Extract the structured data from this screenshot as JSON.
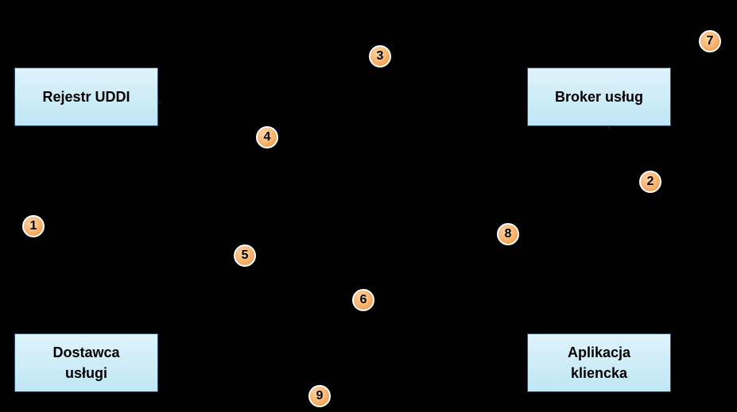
{
  "nodes": {
    "rejestr": {
      "label": "Rejestr UDDI"
    },
    "broker": {
      "label": "Broker usług"
    },
    "dostawca": {
      "line1": "Dostawca",
      "line2": "usługi"
    },
    "aplikacja": {
      "line1": "Aplikacja",
      "line2": "kliencka"
    }
  },
  "steps": [
    "1",
    "2",
    "3",
    "4",
    "5",
    "6",
    "7",
    "8",
    "9"
  ],
  "colors": {
    "background": "#000000",
    "node_fill": "#bfe6f5",
    "step_fill": "#f9b16b"
  }
}
